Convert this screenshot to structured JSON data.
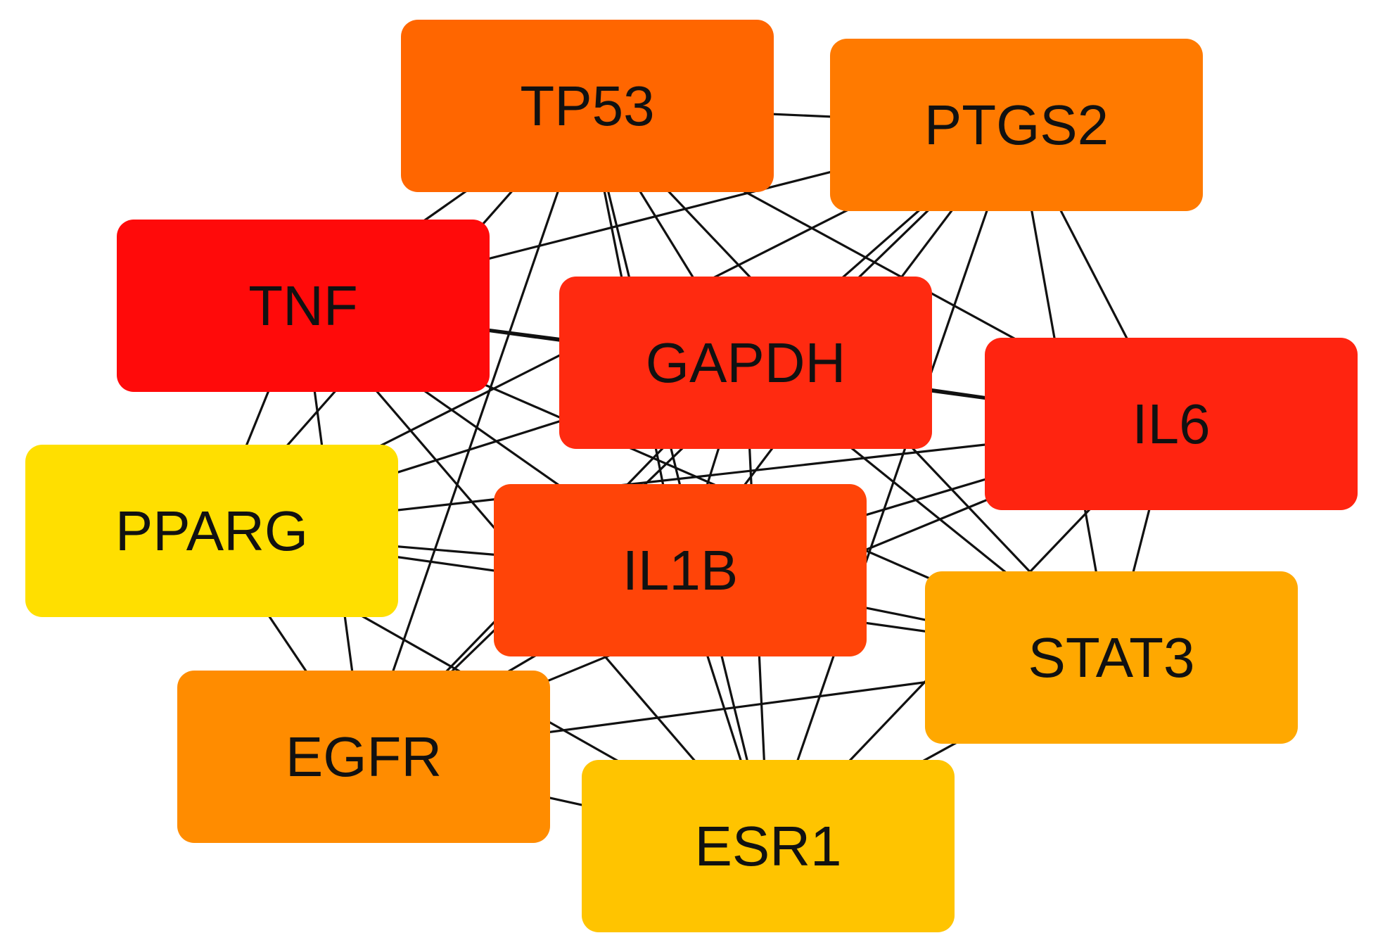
{
  "network": {
    "nodes": [
      {
        "id": "TP53",
        "label": "TP53",
        "color": "#FF6600"
      },
      {
        "id": "PTGS2",
        "label": "PTGS2",
        "color": "#FF7A00"
      },
      {
        "id": "TNF",
        "label": "TNF",
        "color": "#FF0A0A"
      },
      {
        "id": "GAPDH",
        "label": "GAPDH",
        "color": "#FF2A10"
      },
      {
        "id": "IL6",
        "label": "IL6",
        "color": "#FF2410"
      },
      {
        "id": "PPARG",
        "label": "PPARG",
        "color": "#FFDF00"
      },
      {
        "id": "IL1B",
        "label": "IL1B",
        "color": "#FF4408"
      },
      {
        "id": "STAT3",
        "label": "STAT3",
        "color": "#FFA800"
      },
      {
        "id": "EGFR",
        "label": "EGFR",
        "color": "#FF8C00"
      },
      {
        "id": "ESR1",
        "label": "ESR1",
        "color": "#FFC400"
      }
    ],
    "edges": [
      [
        "TP53",
        "PTGS2"
      ],
      [
        "TP53",
        "TNF"
      ],
      [
        "TP53",
        "GAPDH"
      ],
      [
        "TP53",
        "IL6"
      ],
      [
        "TP53",
        "IL1B"
      ],
      [
        "TP53",
        "STAT3"
      ],
      [
        "TP53",
        "EGFR"
      ],
      [
        "TP53",
        "ESR1"
      ],
      [
        "TP53",
        "PPARG"
      ],
      [
        "PTGS2",
        "TNF"
      ],
      [
        "PTGS2",
        "GAPDH"
      ],
      [
        "PTGS2",
        "IL6"
      ],
      [
        "PTGS2",
        "IL1B"
      ],
      [
        "PTGS2",
        "STAT3"
      ],
      [
        "PTGS2",
        "ESR1"
      ],
      [
        "PTGS2",
        "EGFR"
      ],
      [
        "PTGS2",
        "PPARG"
      ],
      [
        "TNF",
        "GAPDH"
      ],
      [
        "TNF",
        "IL6"
      ],
      [
        "TNF",
        "IL1B"
      ],
      [
        "TNF",
        "PPARG"
      ],
      [
        "TNF",
        "STAT3"
      ],
      [
        "TNF",
        "EGFR"
      ],
      [
        "TNF",
        "ESR1"
      ],
      [
        "GAPDH",
        "IL6"
      ],
      [
        "GAPDH",
        "IL1B"
      ],
      [
        "GAPDH",
        "PPARG"
      ],
      [
        "GAPDH",
        "STAT3"
      ],
      [
        "GAPDH",
        "EGFR"
      ],
      [
        "GAPDH",
        "ESR1"
      ],
      [
        "IL6",
        "IL1B"
      ],
      [
        "IL6",
        "PPARG"
      ],
      [
        "IL6",
        "STAT3"
      ],
      [
        "IL6",
        "ESR1"
      ],
      [
        "IL6",
        "EGFR"
      ],
      [
        "PPARG",
        "IL1B"
      ],
      [
        "PPARG",
        "EGFR"
      ],
      [
        "PPARG",
        "ESR1"
      ],
      [
        "PPARG",
        "STAT3"
      ],
      [
        "IL1B",
        "STAT3"
      ],
      [
        "IL1B",
        "EGFR"
      ],
      [
        "IL1B",
        "ESR1"
      ],
      [
        "STAT3",
        "EGFR"
      ],
      [
        "STAT3",
        "ESR1"
      ],
      [
        "EGFR",
        "ESR1"
      ]
    ]
  }
}
